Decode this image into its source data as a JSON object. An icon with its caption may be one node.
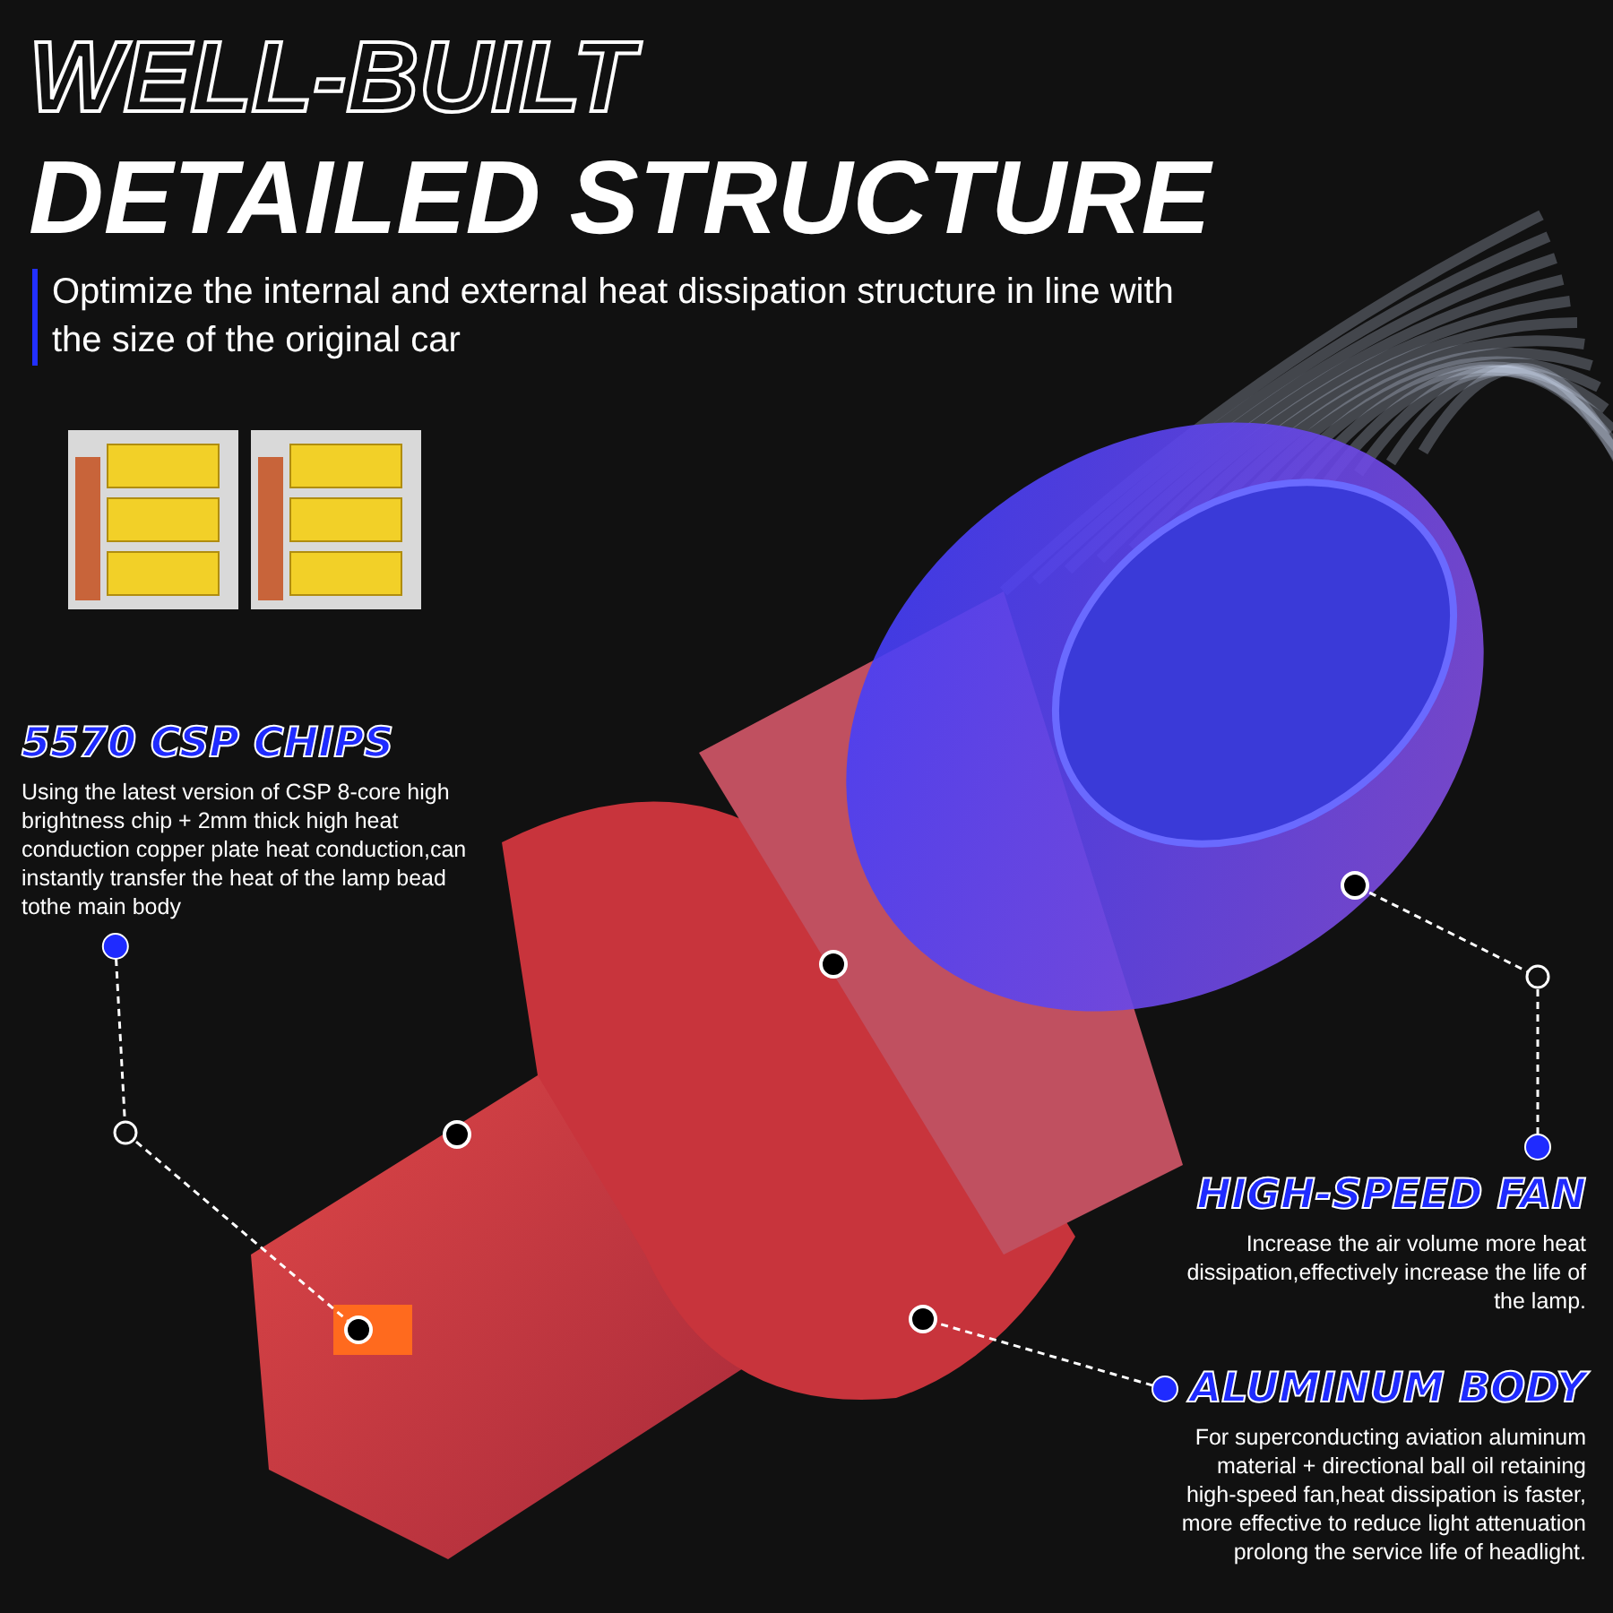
{
  "diagram": {
    "title": "DETAILED STRUCTURE",
    "nodes": [
      {
        "text": [
          "5570 CSP CHIPS",
          "Using the latest version of CSP 8-core high brightness chip + 2mm thick high heat conduction copper plate heat conduction,can instantly transfer the heat of the lamp bead tothe main body"
        ]
      },
      {
        "text": [],
        "shape": "circle"
      },
      {
        "text": [],
        "shape": "circle"
      },
      {
        "text": [],
        "shape": "circle"
      },
      {
        "text": [
          "HIGH-SPEED FAN",
          "Increase the air volume more heat dissipation,effectively increase the life of the lamp."
        ]
      },
      {
        "text": [],
        "shape": "circle"
      },
      {
        "text": [],
        "shape": "circle"
      },
      {
        "text": [
          "ALUMINUM BODY",
          "For superconducting aviation aluminum material + directional ball oil retaining high-speed fan,heat dissipation is faster, more effective to reduce light attenuation prolong the service life of headlight."
        ]
      }
    ],
    "edges": [
      {
        "from": 0,
        "to": 6,
        "arrow": "other",
        "style": "dashed"
      },
      {
        "from": 4,
        "to": 1,
        "arrow": "other",
        "style": "dashed"
      },
      {
        "from": 7,
        "to": 5,
        "arrow": "other",
        "style": "dashed"
      }
    ],
    "labels": [
      "WELL-BUILT",
      "Optimize the internal and external heat dissipation structure in line with the size of the original car"
    ]
  }
}
